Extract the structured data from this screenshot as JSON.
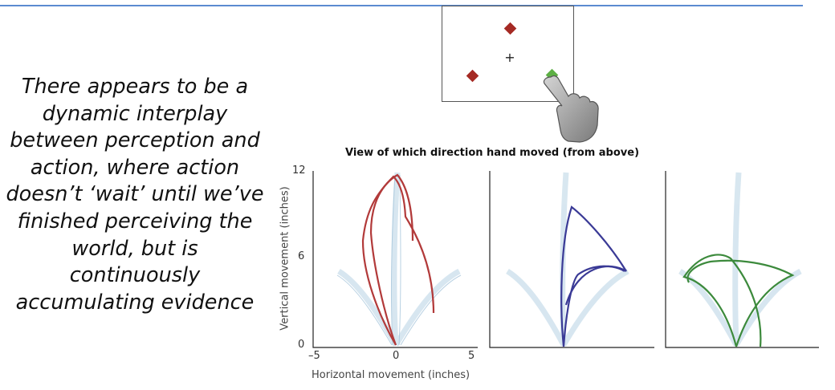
{
  "caption_lines": [
    "There appears to be a",
    "dynamic interplay",
    "between perception and",
    "action, where action",
    "doesn’t ‘wait’ until we’ve",
    "finished perceiving the",
    "world, but is",
    "continuously",
    "accumulating evidence"
  ],
  "stimulus": {
    "fixation_mark": "+",
    "colors": {
      "distractor": "#a52a24",
      "target": "#5daf44"
    }
  },
  "plot": {
    "title": "View of which direction hand moved (from above)",
    "xlabel": "Horizontal movement (inches)",
    "ylabel": "Vertical movement (inches)",
    "y_ticks": [
      "12",
      "6",
      "0"
    ],
    "x_ticks": [
      "–5",
      "0",
      "5"
    ],
    "colors": {
      "background_traces": "#b8d3e4",
      "red": "#b23a3a",
      "blue": "#3a3a96",
      "green": "#3c8a3c"
    }
  }
}
